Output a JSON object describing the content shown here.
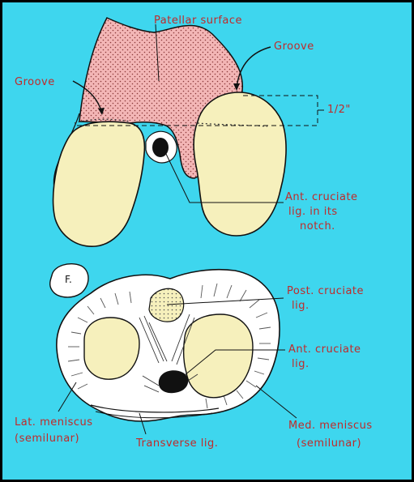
{
  "colors": {
    "background": "#3ed6ee",
    "label_text": "#c02a2a",
    "condyle_fill": "#f6f0bc",
    "patellar_fill": "#f3b6b6",
    "outline": "#111111",
    "ligament_dark": "#111111"
  },
  "femur_labels": {
    "patellar_surface": "Patellar surface",
    "groove_right": "Groove",
    "groove_left": "Groove",
    "half_inch": "1/2\"",
    "ant_cruciate_line1": "Ant. cruciate",
    "ant_cruciate_line2": "lig. in its",
    "ant_cruciate_line3": "notch."
  },
  "tibia_labels": {
    "fibula": "F.",
    "post_cruciate_line1": "Post. cruciate",
    "post_cruciate_line2": "lig.",
    "ant_cruciate_line1": "Ant. cruciate",
    "ant_cruciate_line2": "lig.",
    "lat_meniscus_line1": "Lat. meniscus",
    "lat_meniscus_line2": "(semilunar)",
    "med_meniscus_line1": "Med. meniscus",
    "med_meniscus_line2": "(semilunar)",
    "transverse": "Transverse lig."
  }
}
